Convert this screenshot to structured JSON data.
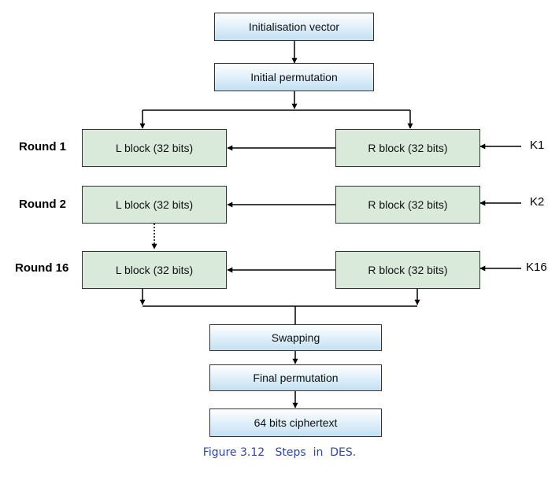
{
  "flow": {
    "init_vector": "Initialisation vector",
    "initial_perm": "Initial permutation",
    "swapping": "Swapping",
    "final_perm": "Final permutation",
    "ciphertext": "64 bits ciphertext"
  },
  "rounds": [
    {
      "label": "Round 1",
      "l_block": "L block (32 bits)",
      "r_block": "R block (32 bits)",
      "key": "K1"
    },
    {
      "label": "Round 2",
      "l_block": "L block (32 bits)",
      "r_block": "R block (32 bits)",
      "key": "K2"
    },
    {
      "label": "Round 16",
      "l_block": "L block (32 bits)",
      "r_block": "R block (32 bits)",
      "key": "K16"
    }
  ],
  "caption": "Figure 3.12   Steps  in  DES."
}
